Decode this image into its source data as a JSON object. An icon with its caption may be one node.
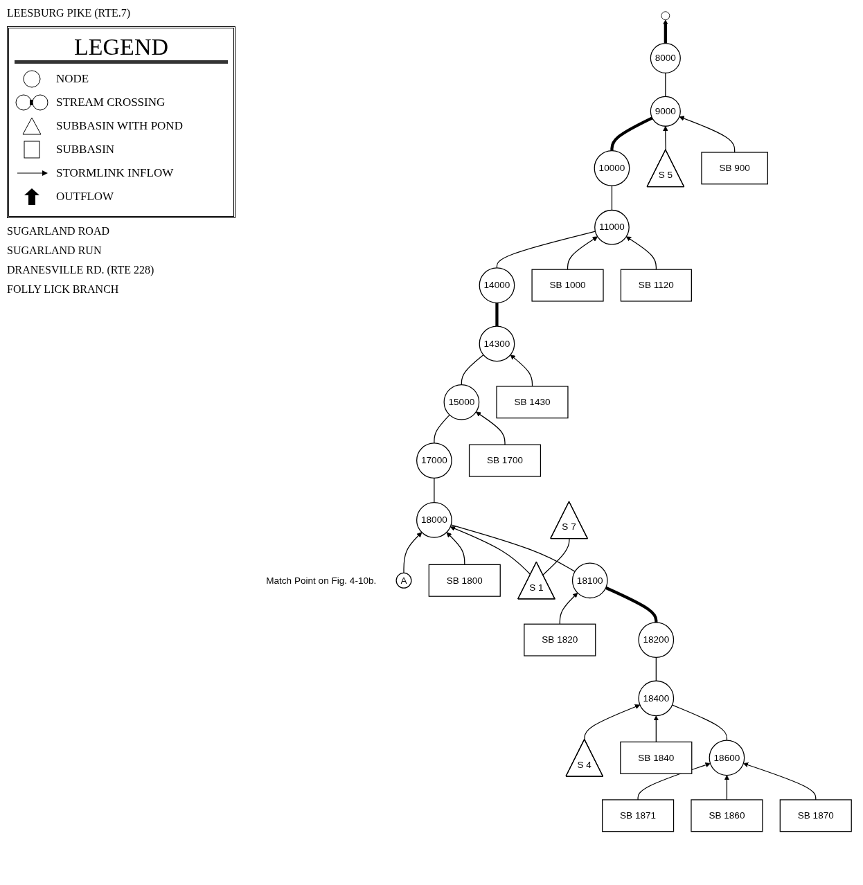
{
  "diagram": {
    "nodes": [
      {
        "text": [
          "8000"
        ]
      },
      {
        "text": [
          "SB 900"
        ]
      },
      {
        "text": [
          "9000"
        ]
      },
      {
        "text": [
          "S 5"
        ]
      },
      {
        "text": [
          "10000"
        ]
      },
      {
        "text": [
          "SB 1120"
        ]
      },
      {
        "text": [
          "11000"
        ]
      },
      {
        "text": [
          "SB 1000"
        ]
      },
      {
        "text": [
          "14000"
        ]
      },
      {
        "text": [
          "14300"
        ]
      },
      {
        "text": [
          "SB 1430"
        ]
      },
      {
        "text": [
          "15000"
        ]
      },
      {
        "text": [
          "SB 1700"
        ]
      },
      {
        "text": [
          "17000"
        ]
      },
      {
        "text": [
          "SB 1870"
        ]
      },
      {
        "text": [
          "SB 1860"
        ]
      },
      {
        "text": [
          "18600"
        ]
      },
      {
        "text": [
          "18400"
        ]
      },
      {
        "text": [
          "18200"
        ]
      },
      {
        "text": [
          "18100"
        ]
      },
      {
        "text": [
          "18000"
        ]
      },
      {
        "text": [
          "S 1"
        ]
      },
      {
        "text": [
          "S 7"
        ]
      },
      {
        "text": [
          "SB 1871"
        ]
      },
      {
        "text": [
          "SB 1840"
        ]
      },
      {
        "text": [
          "S 4"
        ]
      },
      {
        "text": [
          "SB 1820"
        ]
      },
      {
        "text": [
          "SB 1800"
        ]
      },
      {
        "text": [
          "A"
        ],
        "beside": [
          "Match Point on Fig. 4-10b."
        ]
      }
    ],
    "edges": [
      {
        "from": 0,
        "to": null,
        "arrow": "to",
        "style": "thick"
      },
      {
        "from": 2,
        "to": 0,
        "arrow": "none"
      },
      {
        "from": 1,
        "to": 2,
        "arrow": "to"
      },
      {
        "from": 3,
        "to": 2,
        "arrow": "to"
      },
      {
        "from": 4,
        "to": 2,
        "arrow": "none",
        "style": "thick"
      },
      {
        "from": 6,
        "to": 4,
        "arrow": "none"
      },
      {
        "from": 5,
        "to": 6,
        "arrow": "to"
      },
      {
        "from": 7,
        "to": 6,
        "arrow": "to"
      },
      {
        "from": 8,
        "to": 6,
        "arrow": "none"
      },
      {
        "from": 9,
        "to": 8,
        "arrow": "none",
        "style": "thick"
      },
      {
        "from": 10,
        "to": 9,
        "arrow": "to"
      },
      {
        "from": 11,
        "to": 9,
        "arrow": "none"
      },
      {
        "from": 12,
        "to": 11,
        "arrow": "to"
      },
      {
        "from": 13,
        "to": 11,
        "arrow": "none"
      },
      {
        "from": 20,
        "to": 13,
        "arrow": "none"
      },
      {
        "from": 14,
        "to": 16,
        "arrow": "to"
      },
      {
        "from": 15,
        "to": 16,
        "arrow": "to"
      },
      {
        "from": 23,
        "to": 16,
        "arrow": "to"
      },
      {
        "from": 16,
        "to": 17,
        "arrow": "none"
      },
      {
        "from": 24,
        "to": 17,
        "arrow": "to"
      },
      {
        "from": 25,
        "to": 17,
        "arrow": "to"
      },
      {
        "from": 17,
        "to": 18,
        "arrow": "none"
      },
      {
        "from": 18,
        "to": 19,
        "arrow": "none",
        "style": "thick"
      },
      {
        "from": 26,
        "to": 19,
        "arrow": "to"
      },
      {
        "from": 19,
        "to": 20,
        "arrow": "none"
      },
      {
        "from": 21,
        "to": 20,
        "arrow": "to"
      },
      {
        "from": 21,
        "to": 22,
        "arrow": "none"
      },
      {
        "from": 27,
        "to": 20,
        "arrow": "to"
      },
      {
        "from": 28,
        "to": 20,
        "arrow": "to"
      }
    ],
    "labels": [
      "LEESBURG PIKE (RTE.7)",
      "LEGEND",
      "SUGARLAND ROAD",
      "SUGARLAND RUN",
      "DRANESVILLE RD. (RTE 228)",
      "FOLLY LICK BRANCH"
    ],
    "legend": [
      {
        "text": "NODE"
      },
      {
        "text": "STREAM CROSSING"
      },
      {
        "text": "SUBBASIN WITH POND"
      },
      {
        "text": "SUBBASIN"
      },
      {
        "text": "STORMLINK INFLOW"
      },
      {
        "text": "OUTFLOW"
      }
    ]
  }
}
